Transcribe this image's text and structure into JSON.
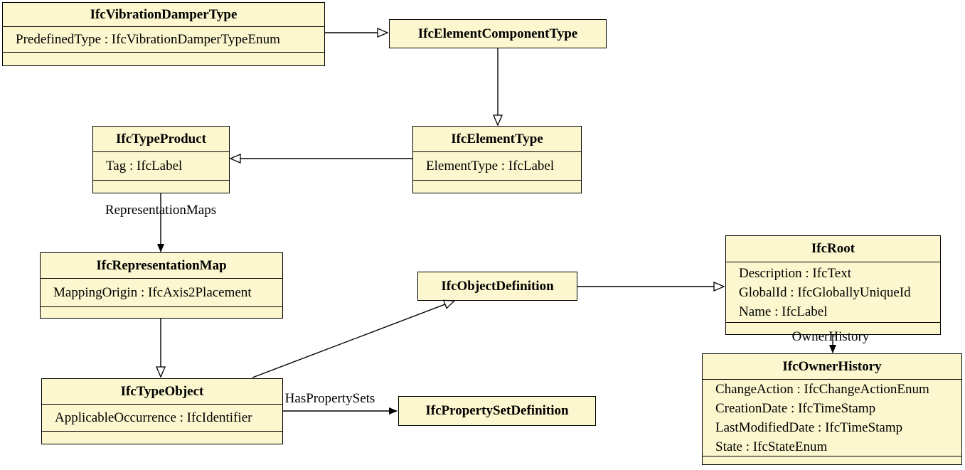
{
  "diagram": {
    "title": "IFC entity inheritance diagram (IfcVibrationDamperType)",
    "colors": {
      "class_fill": "#FCF7CE",
      "border": "#000000",
      "background": "#FFFFFF"
    },
    "classes": [
      {
        "name": "IfcVibrationDamperType",
        "attributes": [
          "PredefinedType : IfcVibrationDamperTypeEnum"
        ]
      },
      {
        "name": "IfcElementComponentType",
        "attributes": []
      },
      {
        "name": "IfcTypeProduct",
        "attributes": [
          "Tag : IfcLabel"
        ]
      },
      {
        "name": "IfcElementType",
        "attributes": [
          "ElementType : IfcLabel"
        ]
      },
      {
        "name": "IfcRepresentationMap",
        "attributes": [
          "MappingOrigin : IfcAxis2Placement"
        ]
      },
      {
        "name": "IfcObjectDefinition",
        "attributes": []
      },
      {
        "name": "IfcRoot",
        "attributes": [
          "Description : IfcText",
          "GlobalId : IfcGloballyUniqueId",
          "Name : IfcLabel"
        ]
      },
      {
        "name": "IfcTypeObject",
        "attributes": [
          "ApplicableOccurrence : IfcIdentifier"
        ]
      },
      {
        "name": "IfcPropertySetDefinition",
        "attributes": []
      },
      {
        "name": "IfcOwnerHistory",
        "attributes": [
          "ChangeAction : IfcChangeActionEnum",
          "CreationDate : IfcTimeStamp",
          "LastModifiedDate : IfcTimeStamp",
          "State : IfcStateEnum"
        ]
      }
    ],
    "edge_labels": {
      "representation_maps": "RepresentationMaps",
      "has_property_sets": "HasPropertySets",
      "owner_history": "OwnerHistory"
    },
    "relationships": [
      {
        "from": "IfcVibrationDamperType",
        "to": "IfcElementComponentType",
        "type": "inheritance"
      },
      {
        "from": "IfcElementComponentType",
        "to": "IfcElementType",
        "type": "inheritance"
      },
      {
        "from": "IfcElementType",
        "to": "IfcTypeProduct",
        "type": "inheritance"
      },
      {
        "from": "IfcTypeProduct",
        "to": "IfcRepresentationMap",
        "type": "association",
        "label": "RepresentationMaps"
      },
      {
        "from": "IfcTypeProduct",
        "to": "IfcTypeObject",
        "type": "inheritance"
      },
      {
        "from": "IfcTypeObject",
        "to": "IfcObjectDefinition",
        "type": "inheritance"
      },
      {
        "from": "IfcTypeObject",
        "to": "IfcPropertySetDefinition",
        "type": "association",
        "label": "HasPropertySets"
      },
      {
        "from": "IfcObjectDefinition",
        "to": "IfcRoot",
        "type": "inheritance"
      },
      {
        "from": "IfcRoot",
        "to": "IfcOwnerHistory",
        "type": "association",
        "label": "OwnerHistory"
      }
    ]
  }
}
